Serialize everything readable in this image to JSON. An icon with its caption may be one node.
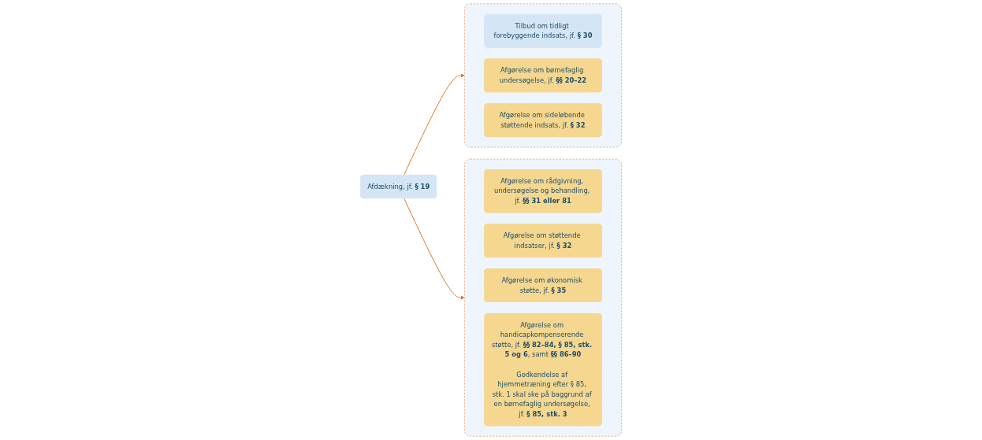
{
  "diagram": {
    "nodes": [
      {
        "text": [
          "Afdækning, jf. **§ 19**"
        ]
      },
      {
        "text": [],
        "shape": "box"
      },
      {
        "text": [
          "Tilbud om tidligt forebyggende indsats, jf. **§ 30**"
        ],
        "in": 1
      },
      {
        "text": [
          "Afgørelse om børnefaglig undersøgelse, jf. **§§ 20–22**"
        ],
        "in": 1
      },
      {
        "text": [
          "Afgørelse om sideløbende støttende indsats, jf. **§ 32**"
        ],
        "in": 1
      },
      {
        "text": [],
        "shape": "box"
      },
      {
        "text": [
          "Afgørelse om rådgivning, undersøgelse og behandling, jf. **§§ 31 eller 81**"
        ],
        "in": 5
      },
      {
        "text": [
          "Afgørelse om støttende indsatser, jf. **§ 32**"
        ],
        "in": 5
      },
      {
        "text": [
          "Afgørelse om økonomisk støtte, jf. **§ 35**"
        ],
        "in": 5
      },
      {
        "text": [
          "Afgørelse om handicapkompenserende støtte, jf. **§§ 82–84, § 85, stk. 5 og 6**, samt **§§ 86–90**",
          "Godkendelse af hjemmetræning efter § 85, stk. 1 skal ske på baggrund af en børnefaglig undersøgelse, jf. **§ 85, stk. 3**"
        ],
        "in": 5
      }
    ],
    "edges": [
      {
        "from": 0,
        "to": 1,
        "arrow": "to"
      },
      {
        "from": 0,
        "to": 5,
        "arrow": "to"
      }
    ]
  }
}
